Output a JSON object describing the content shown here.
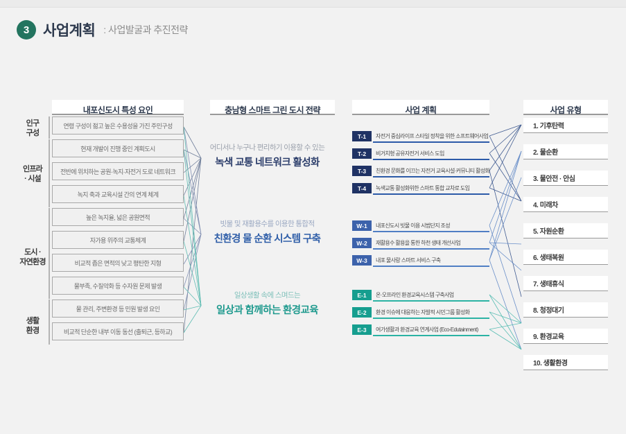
{
  "header": {
    "step_number": "3",
    "title": "사업계획",
    "subtitle": ": 사업발굴과 추진전략"
  },
  "columns": {
    "factors_header": "내포신도시 특성 요인",
    "strategy_header": "충남형 스마트 그린 도시 전략",
    "plan_header": "사업 계획",
    "type_header": "사업 유형"
  },
  "categories": [
    {
      "label": "인구\n구성"
    },
    {
      "label": "인프라\n· 시설"
    },
    {
      "label": "도시 ·\n자연환경"
    },
    {
      "label": "생활\n환경"
    }
  ],
  "factors": [
    {
      "text": "연령 구성이 젊고 높은 수용성을 가진 주민구성"
    },
    {
      "text": "현재 개발이 진행 중인 계획도시"
    },
    {
      "text": "전반에 위치하는 공원·녹지·자전거 도로 네트워크"
    },
    {
      "text": "녹지 축과 교육시설 간의 연계 체계"
    },
    {
      "text": "높은 녹지율, 넓은 공원면적"
    },
    {
      "text": "자가용 위주의 교통체계"
    },
    {
      "text": "비교적 좁은 면적의 낮고 평탄한 지형"
    },
    {
      "text": "물부족, 수질악화 등 수자원 문제 발생"
    },
    {
      "text": "물 관리, 주변환경 등 민원 발생 요인"
    },
    {
      "text": "비교적 단순한 내부 이동 동선 (출퇴근, 등하교)"
    }
  ],
  "strategies": [
    {
      "sub": "어디서나 누구나 편리하기 이용할 수 있는",
      "main": "녹색 교통 네트워크 활성화",
      "color": "#2c3e6b"
    },
    {
      "sub": "빗물 및 재활용수를 이용한 통합적",
      "main": "친환경 물 순환 시스템 구축",
      "color": "#2f5ea8"
    },
    {
      "sub": "일상생활 속에 스며드는",
      "main": "일상과 함께하는 환경교육",
      "color": "#1f9a8e"
    }
  ],
  "plans": [
    {
      "code": "T-1",
      "text": "자전거 중심라이프 스타일 정착을 위한 소프트웨어사업",
      "group": "t"
    },
    {
      "code": "T-2",
      "text": "비거치형 공유자전거 서비스 도입",
      "group": "t"
    },
    {
      "code": "T-3",
      "text": "친환경 문화를 이끄는 자전거 교육시설·커뮤니티 활성화",
      "group": "t"
    },
    {
      "code": "T-4",
      "text": "녹색교통 활성화위한 스마트 통합 교차로 도입",
      "group": "t"
    },
    {
      "code": "W-1",
      "text": "내포신도시 빗물 이용 시범단지 조성",
      "group": "w"
    },
    {
      "code": "W-2",
      "text": "재활용수 활용을 통한 하천 생태 개선사업",
      "group": "w"
    },
    {
      "code": "W-3",
      "text": "내포 물사랑 스마트 서비스 구축",
      "group": "w"
    },
    {
      "code": "E-1",
      "text": "온·오프라인 환경교육시스템 구축사업",
      "group": "e"
    },
    {
      "code": "E-2",
      "text": "환경 이슈에 대응하는 자발적 시민그룹 활성화",
      "group": "e"
    },
    {
      "code": "E-3",
      "text": "여가생활과 환경교육 연계사업 (Eco-Edutainment)",
      "group": "e"
    }
  ],
  "types": [
    {
      "text": "1. 기후탄력"
    },
    {
      "text": "2. 물순환"
    },
    {
      "text": "3. 물안전 · 안심"
    },
    {
      "text": "4. 미래차"
    },
    {
      "text": "5. 자원순환"
    },
    {
      "text": "6. 생태복원"
    },
    {
      "text": "7. 생태휴식"
    },
    {
      "text": "8. 청정대기"
    },
    {
      "text": "9. 환경교육"
    },
    {
      "text": "10. 생활환경"
    }
  ],
  "palette": {
    "background": "#f2f2f2",
    "badge_green": "#23745f",
    "title_navy": "#2e3a4e",
    "navy": "#1f3264",
    "blue": "#3c62ab",
    "teal": "#169e8f"
  }
}
